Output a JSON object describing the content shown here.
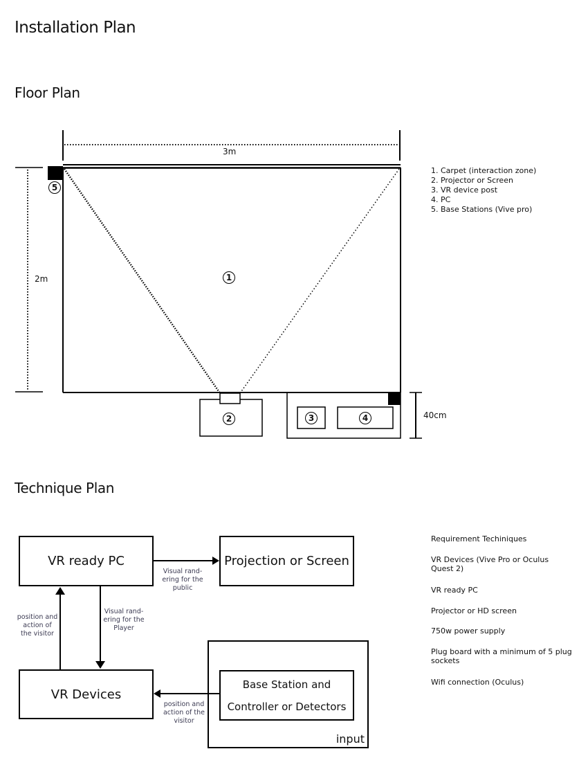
{
  "title": "Installation Plan",
  "floor_plan": {
    "heading": "Floor Plan",
    "width_label": "3m",
    "height_label": "2m",
    "depth_label": "40cm",
    "markers": [
      "1",
      "2",
      "3",
      "4",
      "5"
    ],
    "legend": [
      "1. Carpet (interaction zone)",
      "2. Projector or Screen",
      "3. VR device post",
      "4. PC",
      "5. Base Stations (Vive pro)"
    ]
  },
  "technique_plan": {
    "heading": "Technique Plan",
    "boxes": {
      "pc": "VR ready PC",
      "projection": "Projection or Screen",
      "devices": "VR Devices",
      "base_line1": "Base Station and",
      "base_line2": "Controller or Detectors",
      "input": "input"
    },
    "annotations": {
      "public": "Visual rand-ering for the public",
      "player": "Visual rand-ering for the Player",
      "visitor_up": "position and action of the visitor",
      "visitor_left": "position and action of the visitor"
    },
    "requirements": [
      "Requirement Techiniques",
      "VR Devices (Vive Pro or Oculus Quest 2)",
      "VR ready PC",
      "Projector or HD screen",
      "750w power supply",
      "Plug board with a minimum of 5 plug sockets",
      "Wifi connection (Oculus)"
    ]
  }
}
